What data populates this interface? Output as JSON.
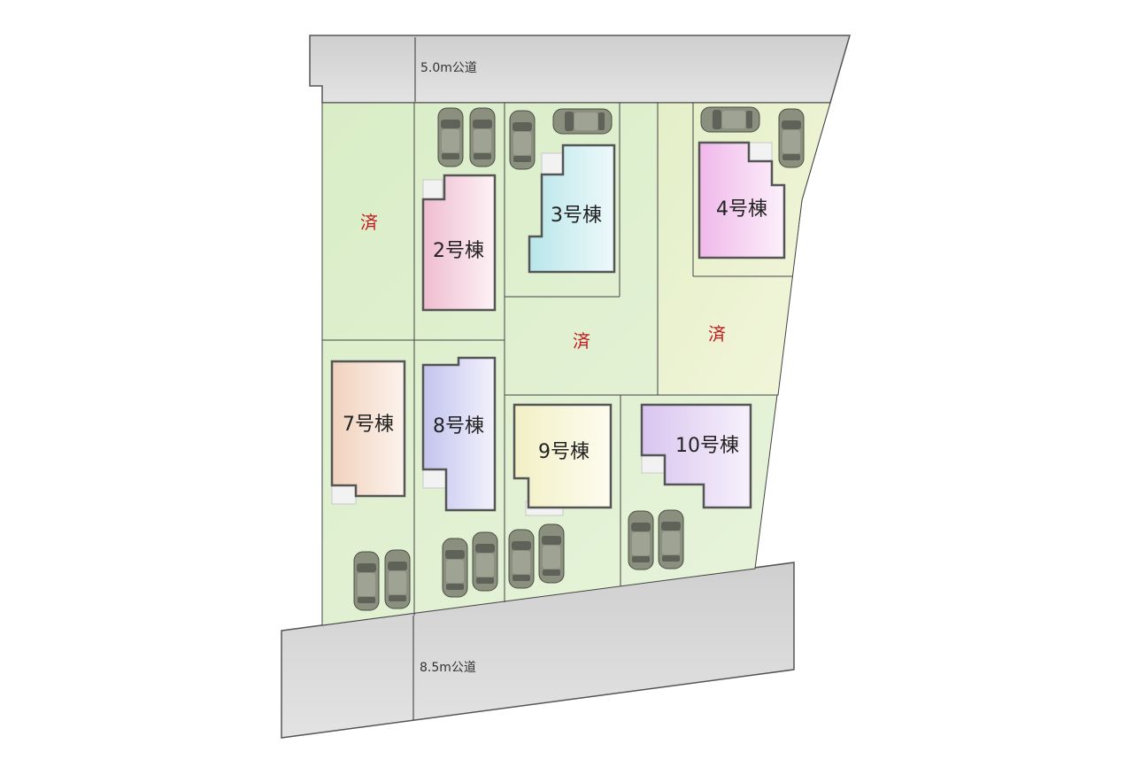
{
  "roads": {
    "north": "5.0m公道",
    "south": "8.5m公道"
  },
  "buildings": [
    {
      "id": "2",
      "label": "2号棟"
    },
    {
      "id": "3",
      "label": "3号棟"
    },
    {
      "id": "4",
      "label": "4号棟"
    },
    {
      "id": "7",
      "label": "7号棟"
    },
    {
      "id": "8",
      "label": "8号棟"
    },
    {
      "id": "9",
      "label": "9号棟"
    },
    {
      "id": "10",
      "label": "10号棟"
    }
  ],
  "sold": [
    {
      "label": "済"
    },
    {
      "label": "済"
    },
    {
      "label": "済"
    }
  ],
  "colors": {
    "lot_green": "#dff0cf",
    "lot_yellow": "#ecf3d2",
    "sold_text": "#c4161c",
    "road": "#d6d6d6"
  }
}
